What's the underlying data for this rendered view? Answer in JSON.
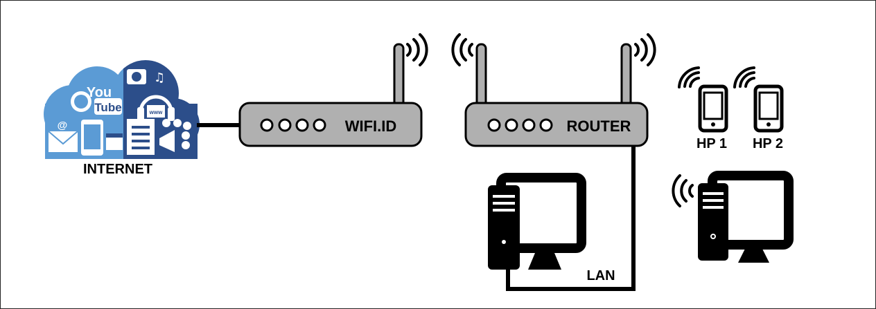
{
  "diagram": {
    "internet_label": "INTERNET",
    "wifi_label": "WIFI.ID",
    "router_label": "ROUTER",
    "lan_label": "LAN",
    "phone1_label": "HP 1",
    "phone2_label": "HP 2",
    "cloud_texts": {
      "you": "You",
      "tube": "Tube",
      "www": "www",
      "at": "@"
    }
  },
  "colors": {
    "device_gray": "#b0b0b0",
    "cloud_light": "#5b9bd5",
    "cloud_dark": "#2c4e8a",
    "line": "#000000"
  }
}
